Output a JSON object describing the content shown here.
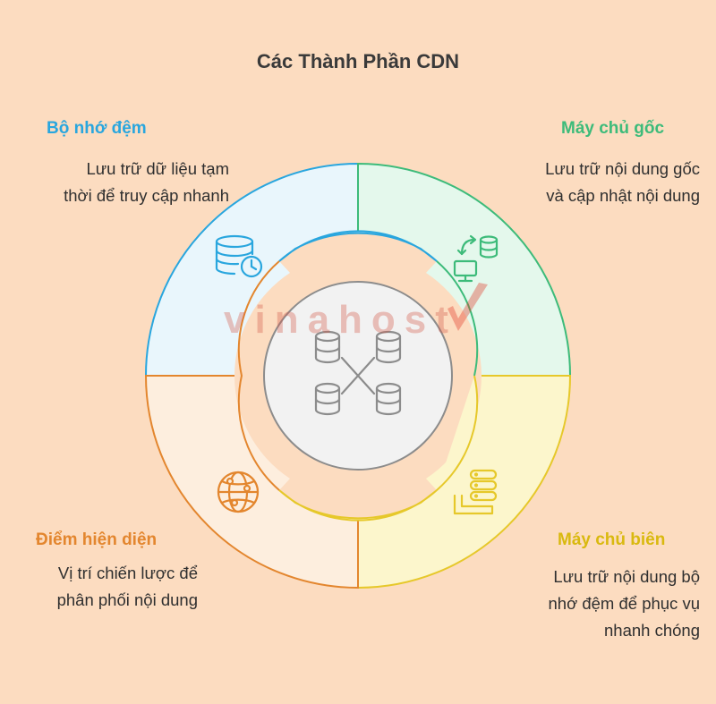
{
  "title": "Các Thành Phần CDN",
  "components": [
    {
      "heading": "Bộ nhớ đệm",
      "desc_lines": [
        "Lưu trữ dữ liệu tạm",
        "thời để truy cập nhanh"
      ],
      "icon": "database-clock-icon",
      "color": "#29a6de",
      "fill": "#e9f6fc"
    },
    {
      "heading": "Máy chủ gốc",
      "desc_lines": [
        "Lưu trữ nội dung gốc",
        "và cập nhật nội dung"
      ],
      "icon": "server-sync-icon",
      "color": "#3dbb7a",
      "fill": "#e4f8ec"
    },
    {
      "heading": "Máy chủ biên",
      "desc_lines": [
        "Lưu trữ nội dung bộ",
        "nhớ đệm để phục vụ",
        "nhanh chóng"
      ],
      "icon": "edge-server-icon",
      "color": "#e6c82a",
      "fill": "#fcf6cc"
    },
    {
      "heading": "Điểm hiện diện",
      "desc_lines": [
        "Vị trí chiến lược để",
        "phân phối nội dung"
      ],
      "icon": "globe-network-icon",
      "color": "#e3862e",
      "fill": "#fdeede"
    }
  ],
  "center": {
    "icon": "distributed-database-icon",
    "fill": "#f2f2f2",
    "stroke": "#8c8c8c"
  },
  "watermark": "vinahost"
}
